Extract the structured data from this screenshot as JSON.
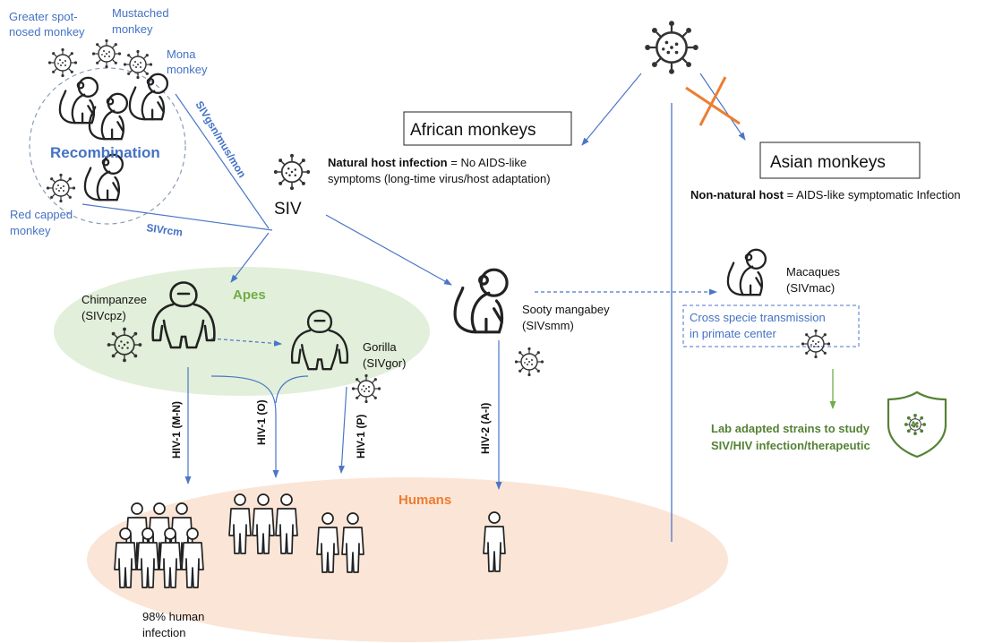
{
  "colors": {
    "blue_text": "#4472c4",
    "arrow_blue": "#4a76c6",
    "green": "#70ad47",
    "dark_green": "#548235",
    "orange": "#ed7d31",
    "apes_fill": "#e2efda",
    "humans_fill": "#fbe5d6",
    "black": "#000000"
  },
  "monkeys_top_left": {
    "greater_spot_nosed_l1": "Greater spot-",
    "greater_spot_nosed_l2": "nosed monkey",
    "mustached_l1": "Mustached",
    "mustached_l2": "monkey",
    "mona_l1": "Mona",
    "mona_l2": "monkey",
    "recombination": "Recombination",
    "red_capped_l1": "Red capped",
    "red_capped_l2": "monkey",
    "siv_gsn_label": "SIVgsn/mus/mon",
    "siv_rcm_label": "SIVrcm"
  },
  "siv_label": "SIV",
  "african": {
    "box_label": "African  monkeys",
    "natural_bold": "Natural host infection",
    "natural_rest": " = No AIDS-like",
    "natural_line2": "symptoms (long-time virus/host adaptation)"
  },
  "asian": {
    "box_label": "Asian  monkeys",
    "nonnatural_bold": "Non-natural host",
    "nonnatural_rest": " = AIDS-like symptomatic Infection"
  },
  "apes": {
    "group_label": "Apes",
    "chimp_l1": "Chimpanzee",
    "chimp_l2": "(SIVcpz)",
    "gorilla_l1": "Gorilla",
    "gorilla_l2": "(SIVgor)"
  },
  "sooty": {
    "l1": "Sooty mangabey",
    "l2": "(SIVsmm)"
  },
  "macaques": {
    "l1": "Macaques",
    "l2": "(SIVmac)",
    "cross_l1": "Cross specie transmission",
    "cross_l2": "in primate center",
    "lab_l1": "Lab adapted strains to study",
    "lab_l2": "SIV/HIV infection/therapeutic"
  },
  "hiv_labels": {
    "hiv1_mn": "HIV-1 (M-N)",
    "hiv1_o": "HIV-1 (O)",
    "hiv1_p": "HIV-1 (P)",
    "hiv2": "HIV-2 (A-I)"
  },
  "humans": {
    "group_label": "Humans",
    "infection_l1": "98% human",
    "infection_l2": "infection"
  }
}
